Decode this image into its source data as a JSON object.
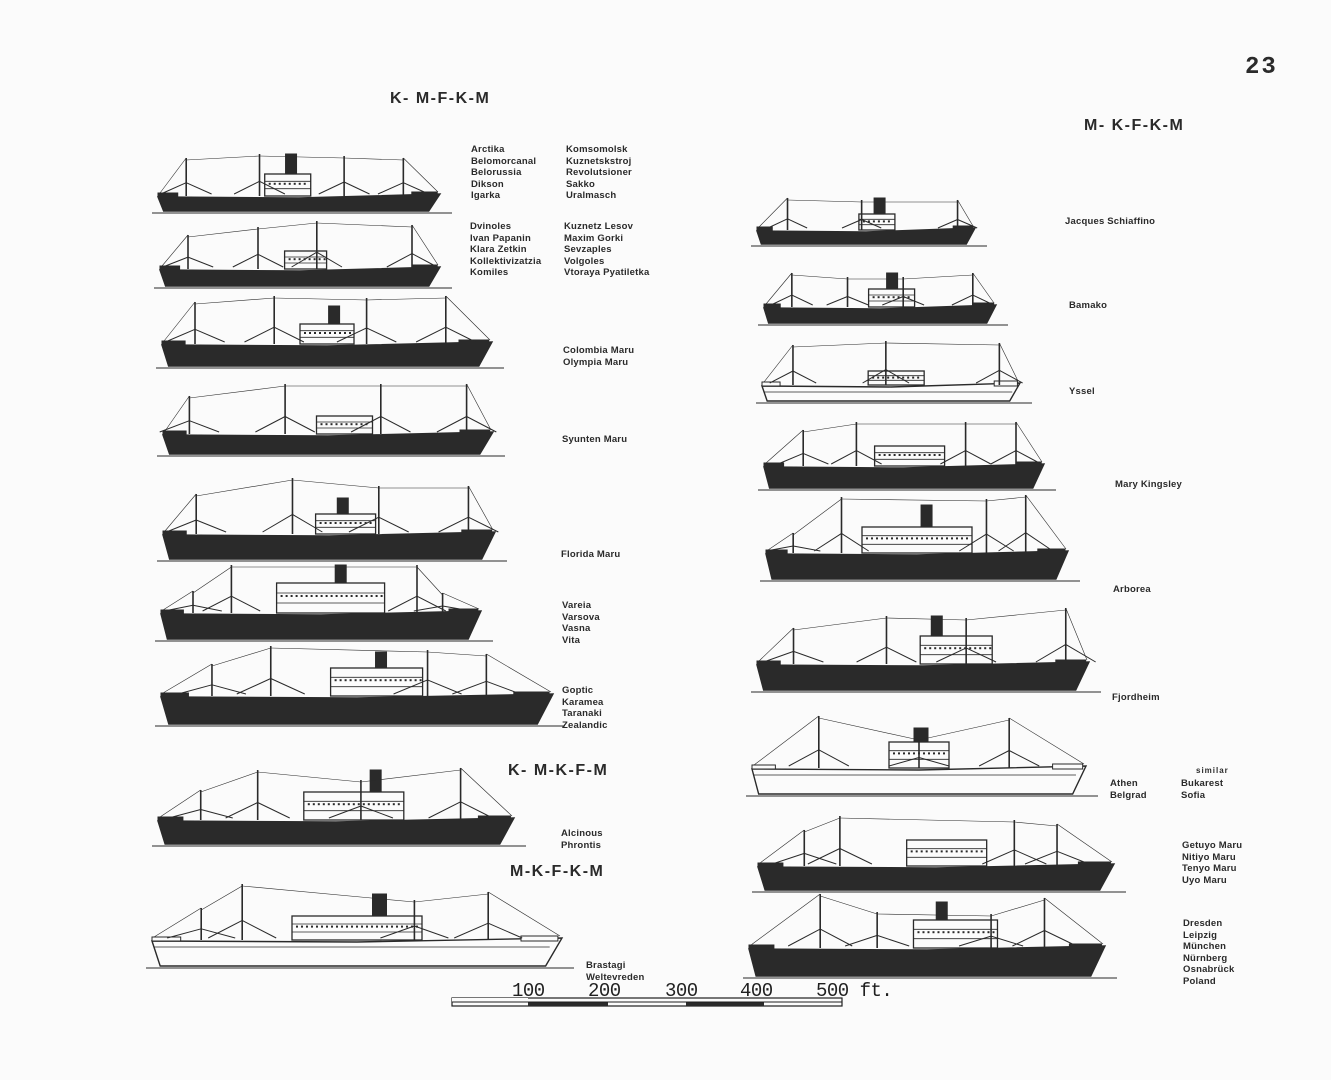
{
  "page_number": "23",
  "headings": {
    "left_top": "K- M-F-K-M",
    "right_top": "M- K-F-K-M",
    "left_mid": "K- M-K-F-M",
    "left_bottom": "M-K-F-K-M"
  },
  "ship_groups": [
    {
      "names_col1": [
        "Arctika",
        "Belomorcanal",
        "Belorussia",
        "Dikson",
        "Igarka"
      ],
      "names_col2": [
        "Komsomolsk",
        "Kuznetskstroj",
        "Revolutsioner",
        "Sakko",
        "Uralmasch"
      ]
    },
    {
      "names_col1": [
        "Dvinoles",
        "Ivan Papanin",
        "Klara Zetkin",
        "Kollektivizatzia",
        "Komiles"
      ],
      "names_col2": [
        "Kuznetz Lesov",
        "Maxim Gorki",
        "Sevzaples",
        "Volgoles",
        "Vtoraya Pyatiletka"
      ]
    },
    {
      "names": [
        "Colombia Maru",
        "Olympia Maru"
      ]
    },
    {
      "names": [
        "Syunten Maru"
      ]
    },
    {
      "names": [
        "Florida Maru"
      ]
    },
    {
      "names": [
        "Vareia",
        "Varsova",
        "Vasna",
        "Vita"
      ]
    },
    {
      "names": [
        "Goptic",
        "Karamea",
        "Taranaki",
        "Zealandic"
      ]
    },
    {
      "names": [
        "Alcinous",
        "Phrontis"
      ]
    },
    {
      "names": [
        "Brastagi",
        "Weltevreden"
      ]
    },
    {
      "names": [
        "Jacques Schiaffino"
      ]
    },
    {
      "names": [
        "Bamako"
      ]
    },
    {
      "names": [
        "Yssel"
      ]
    },
    {
      "names": [
        "Mary Kingsley"
      ]
    },
    {
      "names": [
        "Arborea"
      ]
    },
    {
      "names": [
        "Fjordheim"
      ]
    },
    {
      "names_col1": [
        "Athen",
        "Belgrad"
      ],
      "similar_label": "similar",
      "names_col2": [
        "Bukarest",
        "Sofia"
      ]
    },
    {
      "names": [
        "Getuyo Maru",
        "Nitiyo Maru",
        "Tenyo Maru",
        "Uyo Maru"
      ]
    },
    {
      "names": [
        "Dresden",
        "Leipzig",
        "München",
        "Nürnberg",
        "Osnabrück",
        "Poland"
      ]
    }
  ],
  "scale": {
    "labels": [
      "100",
      "200",
      "300",
      "400",
      "500 ft."
    ]
  },
  "colors": {
    "ink": "#2a2a2a",
    "paper": "#fbfbfb"
  }
}
